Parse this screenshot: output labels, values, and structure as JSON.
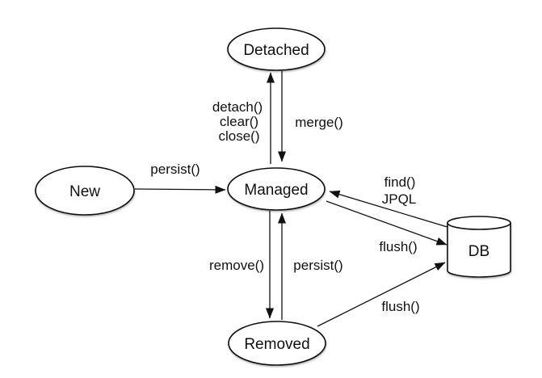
{
  "nodes": {
    "detached": {
      "label": "Detached"
    },
    "new_state": {
      "label": "New"
    },
    "managed": {
      "label": "Managed"
    },
    "removed": {
      "label": "Removed"
    },
    "db": {
      "label": "DB"
    }
  },
  "edges": {
    "detach_group": {
      "labels": [
        "detach()",
        "clear()",
        "close()"
      ]
    },
    "merge": {
      "label": "merge()"
    },
    "persist_from_new": {
      "label": "persist()"
    },
    "remove": {
      "label": "remove()"
    },
    "persist_from_removed": {
      "label": "persist()"
    },
    "find_group": {
      "labels": [
        "find()",
        "JPQL"
      ]
    },
    "flush_from_managed": {
      "label": "flush()"
    },
    "flush_from_removed": {
      "label": "flush()"
    }
  },
  "colors": {
    "ink": "#111111",
    "background": "#ffffff"
  }
}
